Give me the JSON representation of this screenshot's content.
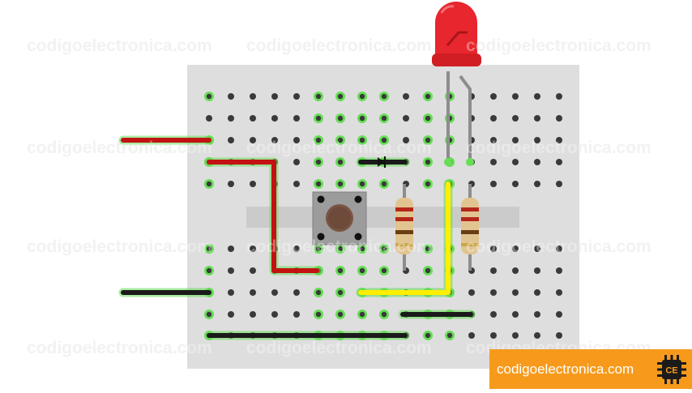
{
  "watermark": {
    "text": "codigoelectronica.com"
  },
  "brand": {
    "text": "codigoelectronica.com",
    "logo_text": "CE",
    "box_color": "#f79a1c"
  },
  "colors": {
    "breadboard": "#dedede",
    "channel": "#cbcbcb",
    "hole": "#3a3a3a",
    "hole_active": "#66dd55",
    "wire_red": "#c21212",
    "wire_black": "#1a1a1a",
    "wire_yellow": "#ffee00",
    "led": "#e8262d",
    "resistor_body": "#e2c490",
    "button_body": "#9c9c9c",
    "button_cap": "#7a5443"
  },
  "components": [
    {
      "name": "red-led-icon"
    },
    {
      "name": "push-button-icon"
    },
    {
      "name": "resistor-icon"
    },
    {
      "name": "resistor-icon"
    },
    {
      "name": "diode-jumper-icon"
    }
  ]
}
